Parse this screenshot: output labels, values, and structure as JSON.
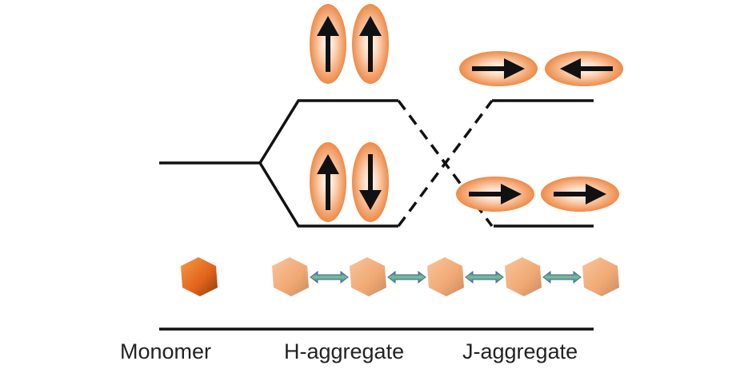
{
  "title": "Exciton coupling in H- and J-aggregates",
  "labels": {
    "monomer": "Monomer",
    "h_aggregate": "H-aggregate",
    "j_aggregate": "J-aggregate"
  },
  "colors": {
    "dipole_fill": "#f08a4b",
    "monomer_cube": "#e8661c",
    "aggregate_cube": "#f2b080",
    "level_line": "#111111",
    "coupling_arrow": "#4a7fb0"
  },
  "h_aggregate": {
    "upper_state": {
      "dipoles": [
        "up",
        "up"
      ],
      "allowed": true
    },
    "lower_state": {
      "dipoles": [
        "up",
        "down"
      ],
      "allowed": false
    }
  },
  "j_aggregate": {
    "upper_state": {
      "dipoles": [
        "right",
        "left"
      ],
      "allowed": false
    },
    "lower_state": {
      "dipoles": [
        "right",
        "right"
      ],
      "allowed": true
    }
  },
  "chain": {
    "cubes": 5,
    "couplings": 4
  }
}
